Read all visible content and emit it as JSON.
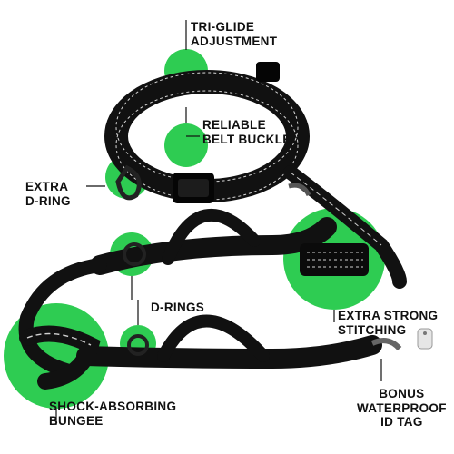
{
  "product": {
    "background_color": "#ffffff",
    "accent_color": "#2ecc52",
    "strap_color": "#111111",
    "reflective_color": "#cfcfcf"
  },
  "callouts": [
    {
      "id": "tri-glide",
      "lines": [
        "TRI-GLIDE",
        "ADJUSTMENT"
      ]
    },
    {
      "id": "belt-buckle",
      "lines": [
        "RELIABLE",
        "BELT BUCKLE"
      ]
    },
    {
      "id": "extra-d-ring",
      "lines": [
        "EXTRA",
        "D-RING"
      ]
    },
    {
      "id": "d-rings",
      "lines": [
        "D-RINGS"
      ]
    },
    {
      "id": "stitching",
      "lines": [
        "EXTRA STRONG",
        "STITCHING"
      ]
    },
    {
      "id": "bungee",
      "lines": [
        "SHOCK-ABSORBING",
        "BUNGEE"
      ]
    },
    {
      "id": "id-tag",
      "lines": [
        "BONUS",
        "WATERPROOF",
        "ID TAG"
      ]
    }
  ],
  "icons": [
    "belt-icon",
    "buckle-icon",
    "d-ring-icon",
    "handle-icon",
    "bungee-icon",
    "snap-hook-icon",
    "id-tag-icon"
  ]
}
